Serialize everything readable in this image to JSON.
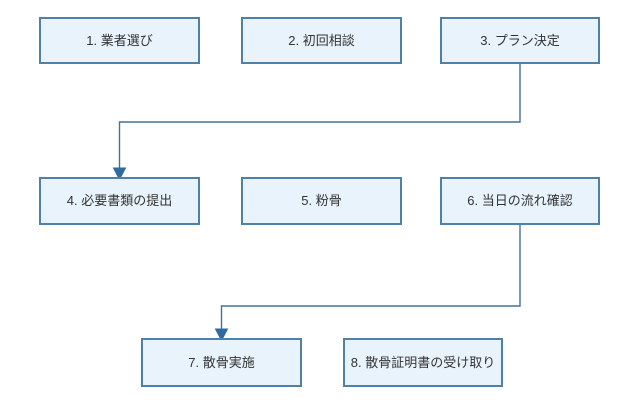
{
  "diagram": {
    "type": "flowchart",
    "background": "#ffffff",
    "colors": {
      "node_fill": "#e8f3fc",
      "node_border": "#4f81a8",
      "connector_line": "#41719c",
      "arrowhead": "#2e6a9e",
      "label_text": "#333333"
    },
    "nodes": [
      {
        "id": 1,
        "label": "1. 業者選び"
      },
      {
        "id": 2,
        "label": "2. 初回相談"
      },
      {
        "id": 3,
        "label": "3. プラン決定"
      },
      {
        "id": 4,
        "label": "4. 必要書類の提出"
      },
      {
        "id": 5,
        "label": "5. 粉骨"
      },
      {
        "id": 6,
        "label": "6. 当日の流れ確認"
      },
      {
        "id": 7,
        "label": "7. 散骨実施"
      },
      {
        "id": 8,
        "label": "8. 散骨証明書の受け取り"
      }
    ],
    "connectors": [
      {
        "from": "3. プラン決定",
        "to": "4. 必要書類の提出",
        "style": "elbow-down-left-down-arrow"
      },
      {
        "from": "6. 当日の流れ確認",
        "to": "7. 散骨実施",
        "style": "elbow-down-left-down-arrow"
      }
    ]
  }
}
